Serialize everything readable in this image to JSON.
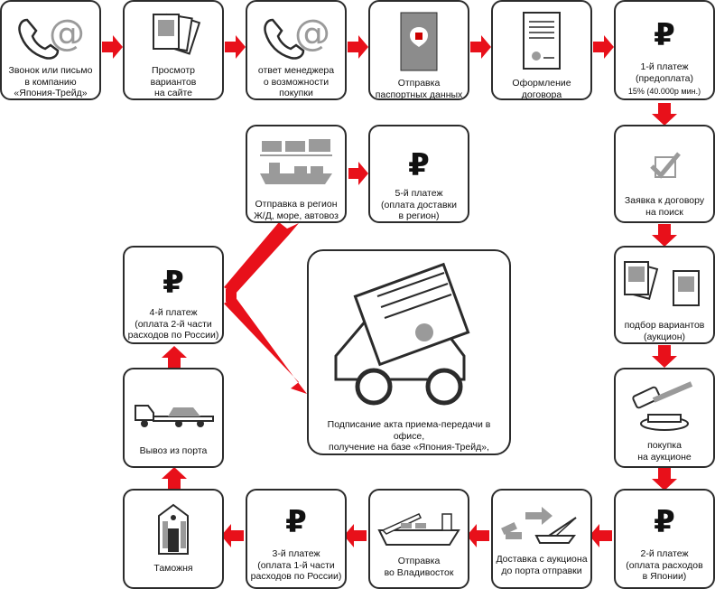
{
  "colors": {
    "accent": "#e8101a",
    "border": "#2b2b2b",
    "icon_gray": "#9a9a9a"
  },
  "currency_symbol": "₽",
  "steps": {
    "call": {
      "label": "Звонок или письмо\nв компанию\n«Япония-Трейд»",
      "icon": "phone-at-icon"
    },
    "browse": {
      "label": "Просмотр\nвариантов\nна сайте",
      "icon": "photos-icon"
    },
    "manager": {
      "label": "ответ менеджера\nо возможности\nпокупки",
      "icon": "phone-at-icon"
    },
    "passport": {
      "label": "Отправка\nпаспортных данных",
      "icon": "passport-icon"
    },
    "contract": {
      "label": "Оформление\nдоговора",
      "icon": "contract-icon"
    },
    "payment1": {
      "label": "1-й платеж\n(предоплата)",
      "sublabel": "15% (40.000р мин.)",
      "icon": "ruble-icon"
    },
    "request": {
      "label": "Заявка к договору\nна поиск",
      "icon": "checkbox-icon"
    },
    "selection": {
      "label": "подбор вариантов\n(аукцион)",
      "icon": "photos-icon"
    },
    "auction": {
      "label": "покупка\nна аукционе",
      "icon": "gavel-icon"
    },
    "payment2": {
      "label": "2-й платеж\n(оплата расходов\nв Японии)",
      "icon": "ruble-icon"
    },
    "delivery_port": {
      "label": "Доставка с аукциона\nдо порта отправки",
      "icon": "gavel-crane-icon"
    },
    "vladivostok": {
      "label": "Отправка\nво Владивосток",
      "icon": "ship-icon"
    },
    "payment3": {
      "label": "3-й платеж\n(оплата 1-й части\nрасходов по России)",
      "icon": "ruble-icon"
    },
    "customs": {
      "label": "Таможня",
      "icon": "customs-building-icon"
    },
    "port_export": {
      "label": "Вывоз из порта",
      "icon": "car-truck-icon"
    },
    "payment4": {
      "label": "4-й платеж\n(оплата 2-й части\nрасходов по России)",
      "icon": "ruble-icon"
    },
    "region": {
      "label": "Отправка в регион\nЖ/Д, море, автовоз",
      "icon": "transport-icon"
    },
    "payment5": {
      "label": "5-й платеж\n(оплата доставки\nв регион)",
      "icon": "ruble-icon"
    },
    "signing": {
      "label": "Подписание акта приема-передачи в офисе,\nполучение на базе «Япония-Трейд»,",
      "icon": "car-document-icon"
    }
  }
}
